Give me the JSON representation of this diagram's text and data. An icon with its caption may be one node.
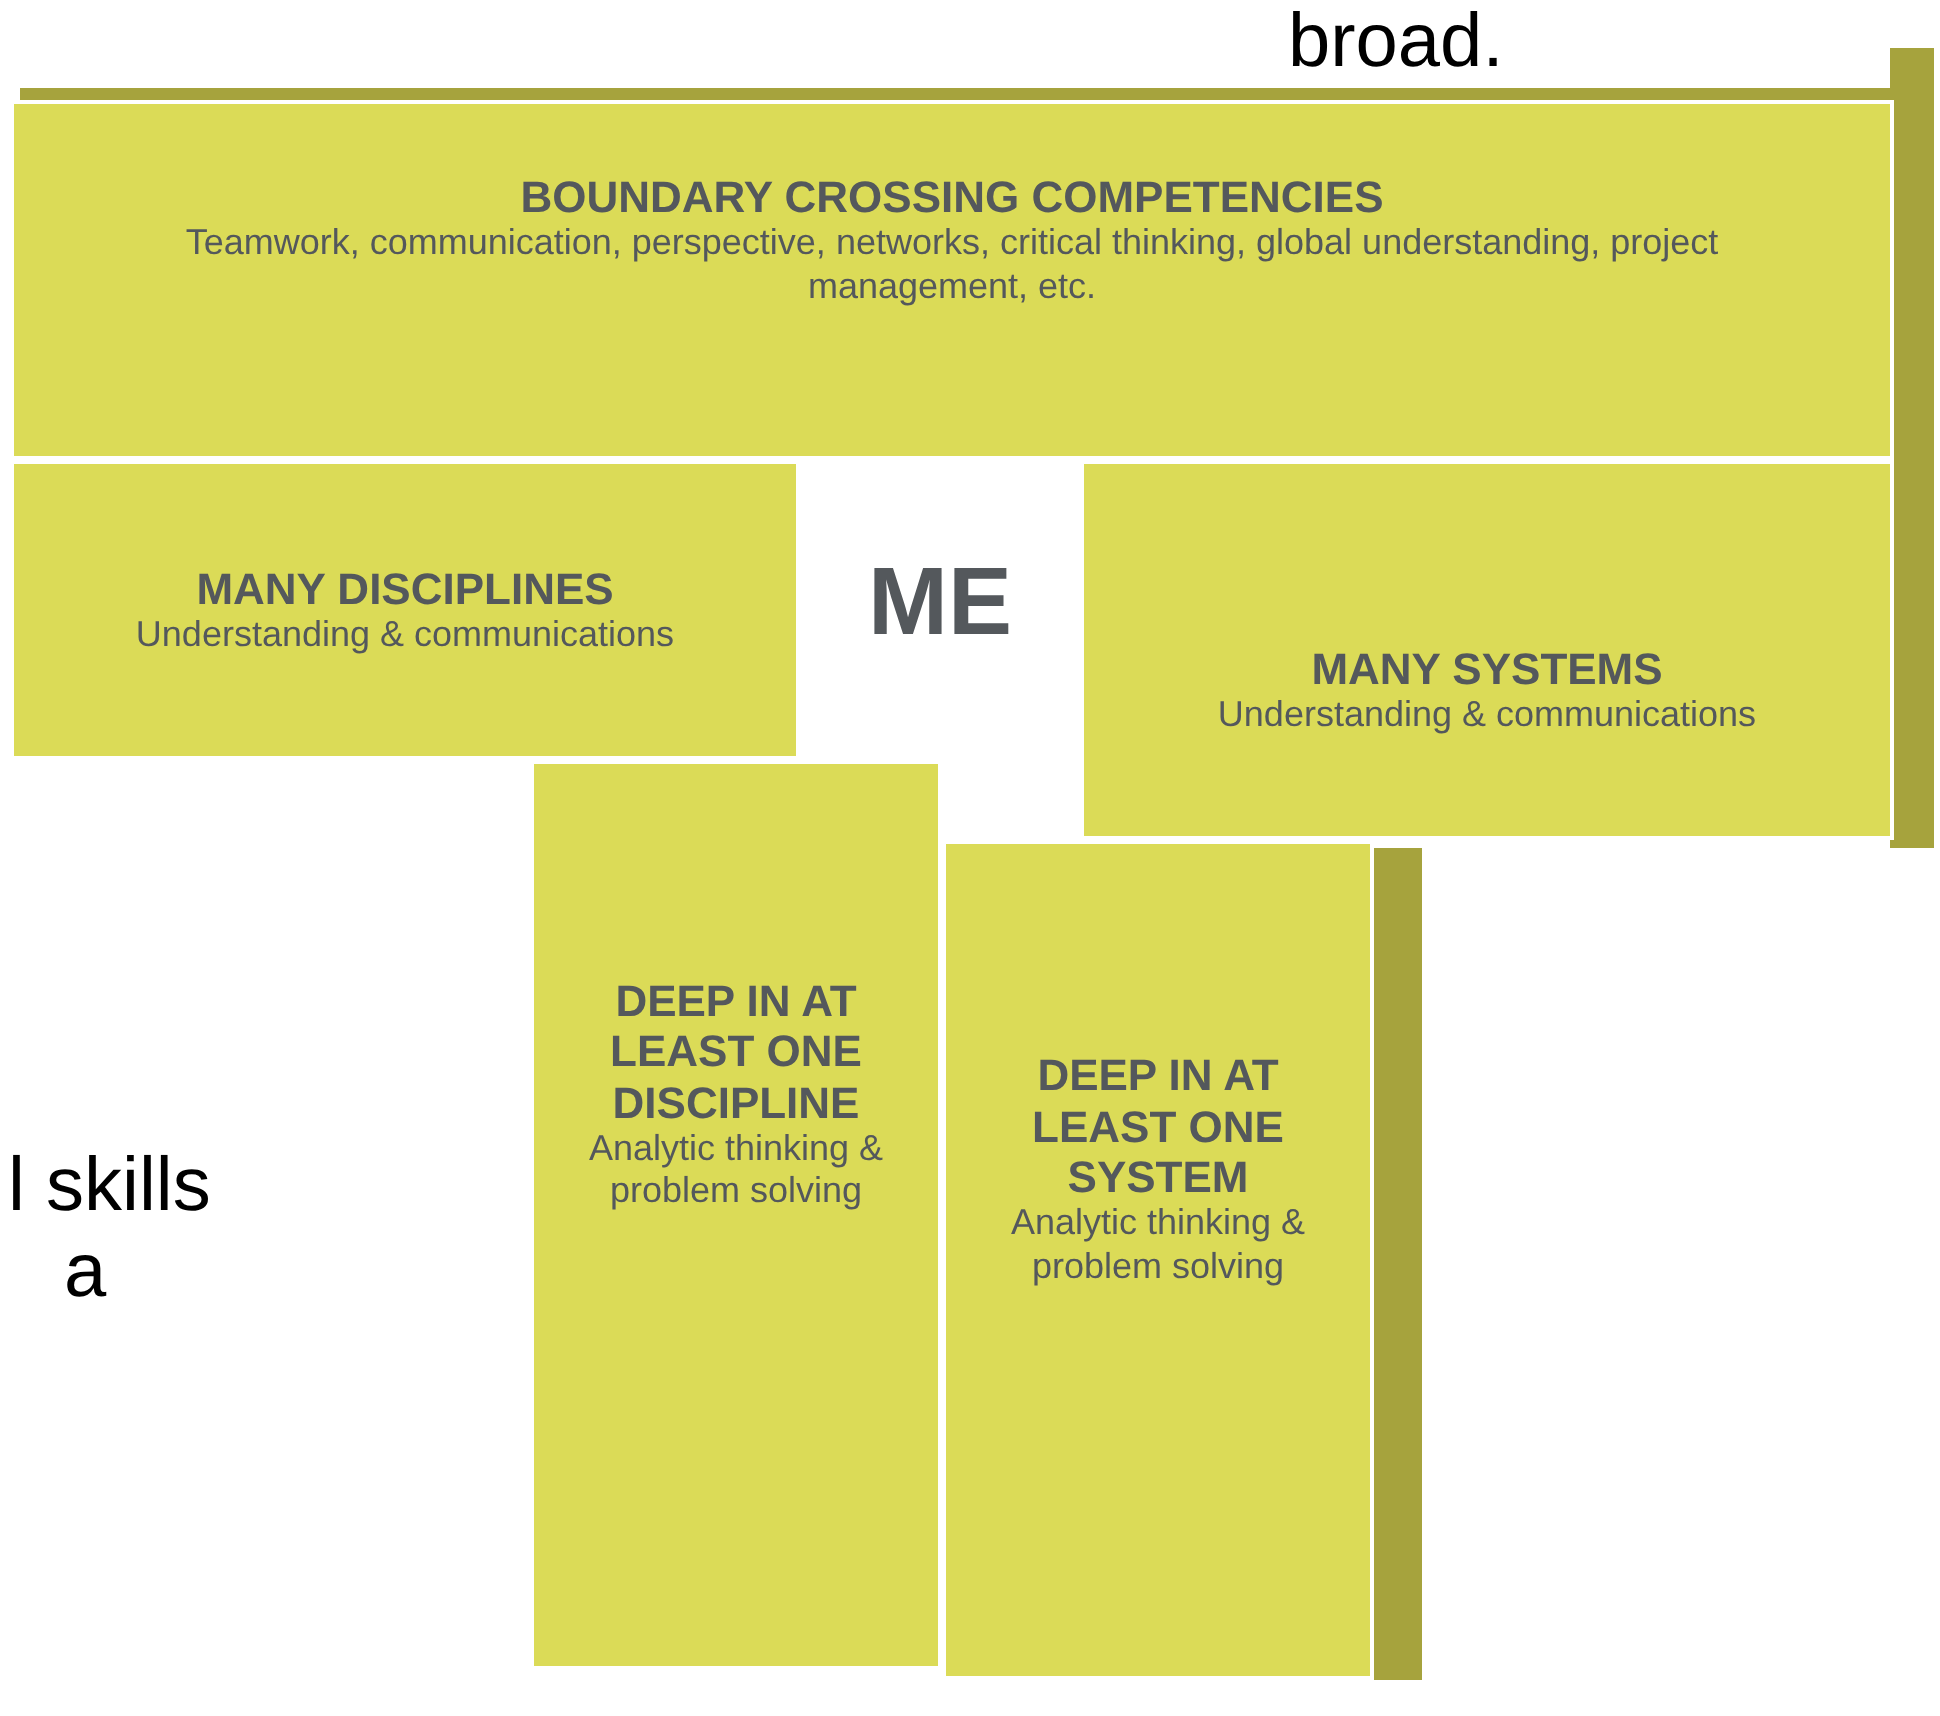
{
  "diagram": {
    "nodes": [
      {
        "text": [
          "BOUNDARY CROSSING COMPETENCIES",
          "Teamwork, communication, perspective, networks, critical thinking, global understanding, project management, etc."
        ]
      },
      {
        "text": [
          "ME"
        ]
      },
      {
        "text": [
          "MANY DISCIPLINES",
          "Understanding & communications"
        ]
      },
      {
        "text": [
          "MANY SYSTEMS",
          "Understanding & communications"
        ]
      },
      {
        "text": [
          "DEEP IN AT LEAST ONE DISCIPLINE",
          "Analytic thinking & problem solving"
        ]
      },
      {
        "text": [
          "DEEP IN AT LEAST ONE SYSTEM",
          "Analytic thinking & problem solving"
        ]
      }
    ],
    "labels": [
      "broad.",
      "l skills",
      "a"
    ]
  }
}
